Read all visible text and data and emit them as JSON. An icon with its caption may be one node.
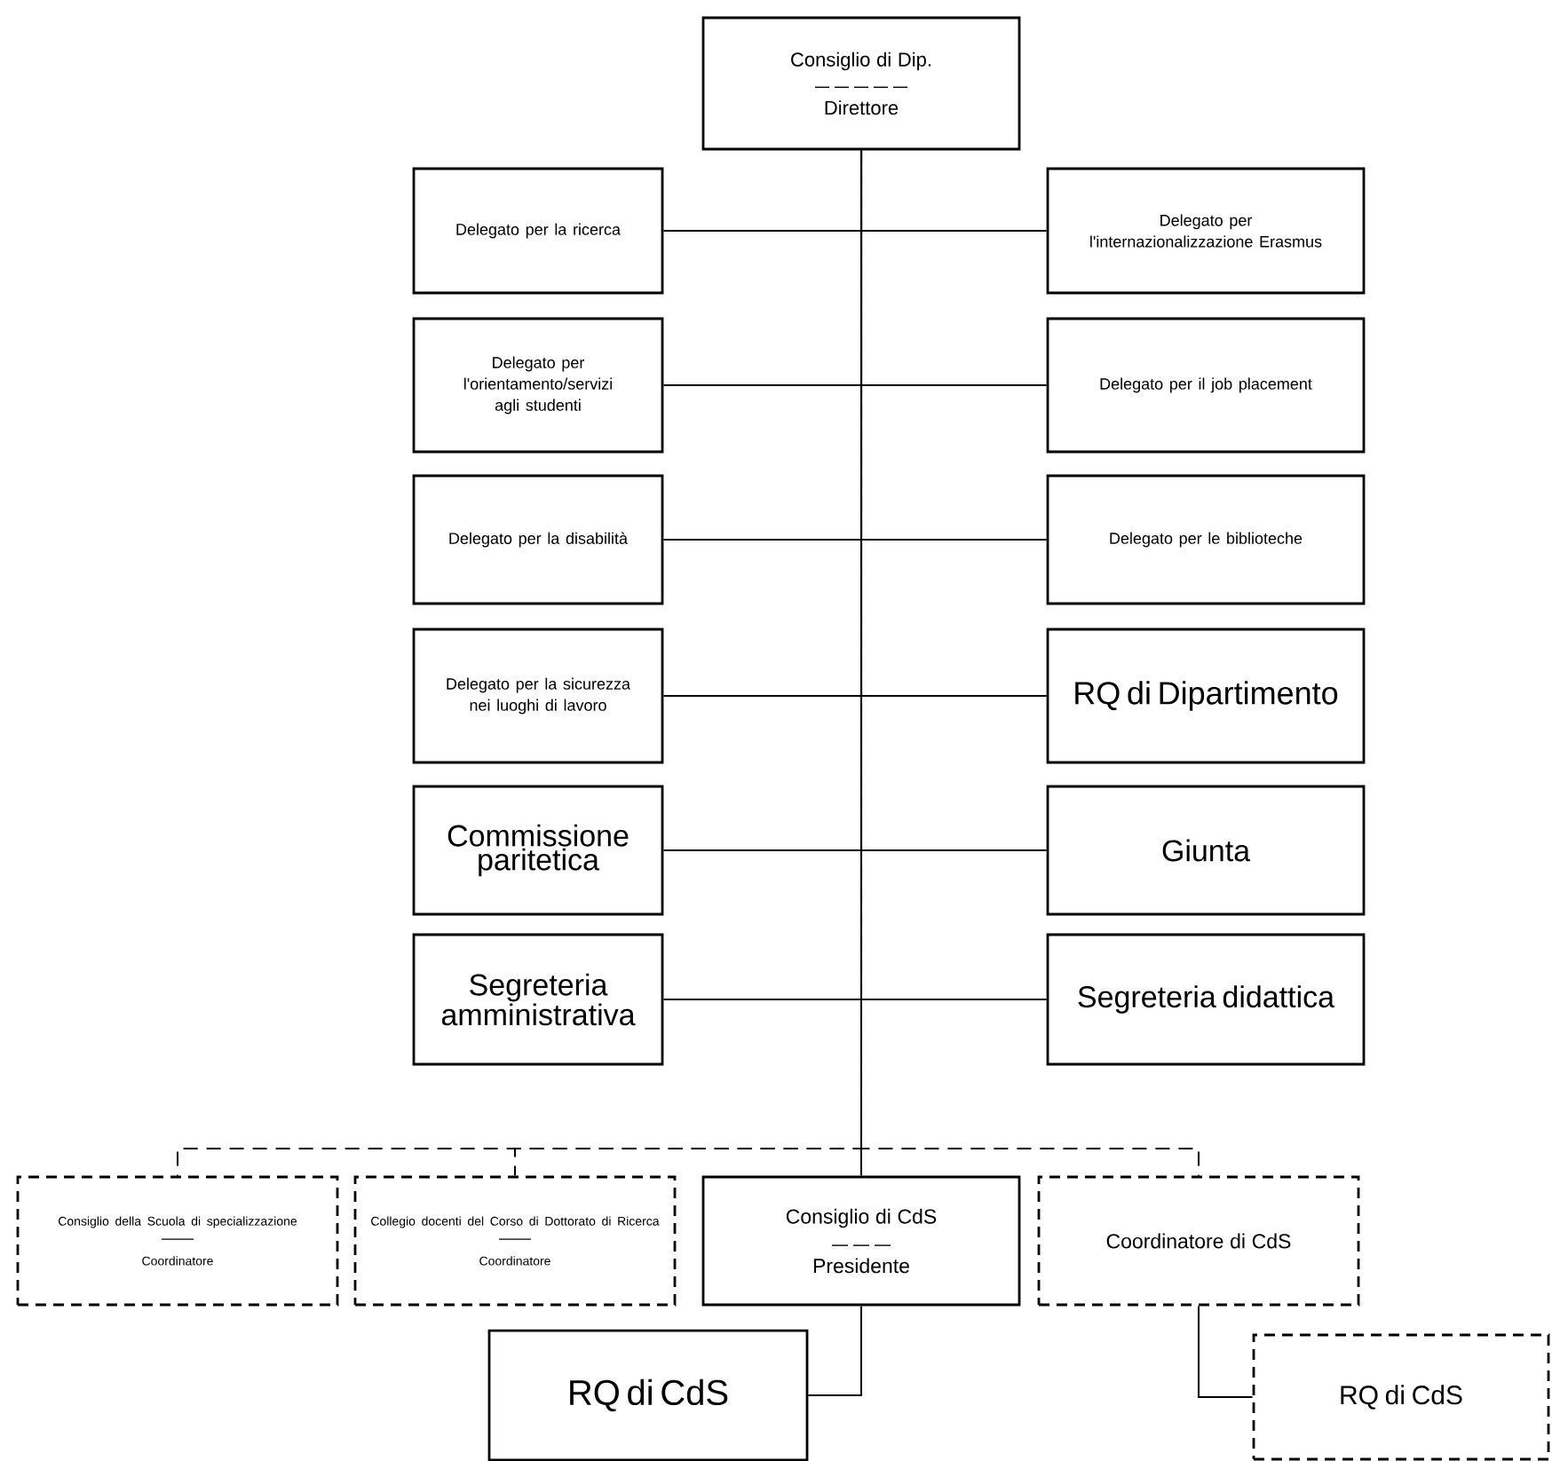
{
  "diagram": {
    "nodes": [
      {
        "text": [
          "Consiglio di Dip.",
          "Direttore"
        ]
      },
      {
        "text": [
          "Delegato per la ricerca"
        ]
      },
      {
        "text": [
          "Delegato per l'internazionalizzazione Erasmus"
        ]
      },
      {
        "text": [
          "Delegato per l'orientamento/servizi agli studenti"
        ]
      },
      {
        "text": [
          "Delegato per il job placement"
        ]
      },
      {
        "text": [
          "Delegato per la disabilità"
        ]
      },
      {
        "text": [
          "Delegato per le biblioteche"
        ]
      },
      {
        "text": [
          "Delegato per la sicurezza nei luoghi di lavoro"
        ]
      },
      {
        "text": [
          "RQ di Dipartimento"
        ]
      },
      {
        "text": [
          "Commissione paritetica"
        ]
      },
      {
        "text": [
          "Giunta"
        ]
      },
      {
        "text": [
          "Segreteria amministrativa"
        ]
      },
      {
        "text": [
          "Segreteria didattica"
        ]
      },
      {
        "text": [
          "Consiglio della Scuola di specializzazione",
          "Coordinatore"
        ]
      },
      {
        "text": [
          "Collegio docenti del Corso di Dottorato di Ricerca",
          "Coordinatore"
        ]
      },
      {
        "text": [
          "Consiglio di CdS",
          "Presidente"
        ]
      },
      {
        "text": [
          "Coordinatore di CdS"
        ]
      },
      {
        "text": [
          "RQ di CdS"
        ]
      },
      {
        "text": [
          "RQ di CdS"
        ]
      }
    ],
    "edges": [
      {
        "from": 0,
        "to": 1,
        "arrow": "none"
      },
      {
        "from": 0,
        "to": 2,
        "arrow": "none"
      },
      {
        "from": 0,
        "to": 3,
        "arrow": "none"
      },
      {
        "from": 0,
        "to": 4,
        "arrow": "none"
      },
      {
        "from": 0,
        "to": 5,
        "arrow": "none"
      },
      {
        "from": 0,
        "to": 6,
        "arrow": "none"
      },
      {
        "from": 0,
        "to": 7,
        "arrow": "none"
      },
      {
        "from": 0,
        "to": 8,
        "arrow": "none"
      },
      {
        "from": 0,
        "to": 9,
        "arrow": "none"
      },
      {
        "from": 0,
        "to": 10,
        "arrow": "none"
      },
      {
        "from": 0,
        "to": 11,
        "arrow": "none"
      },
      {
        "from": 0,
        "to": 12,
        "arrow": "none"
      },
      {
        "from": 0,
        "to": 15,
        "arrow": "none"
      },
      {
        "from": 0,
        "to": 13,
        "arrow": "none",
        "style": "dashed"
      },
      {
        "from": 0,
        "to": 14,
        "arrow": "none",
        "style": "dashed"
      },
      {
        "from": 0,
        "to": 16,
        "arrow": "none",
        "style": "dashed"
      },
      {
        "from": 15,
        "to": 17,
        "arrow": "none"
      },
      {
        "from": 16,
        "to": 18,
        "arrow": "none"
      }
    ]
  }
}
